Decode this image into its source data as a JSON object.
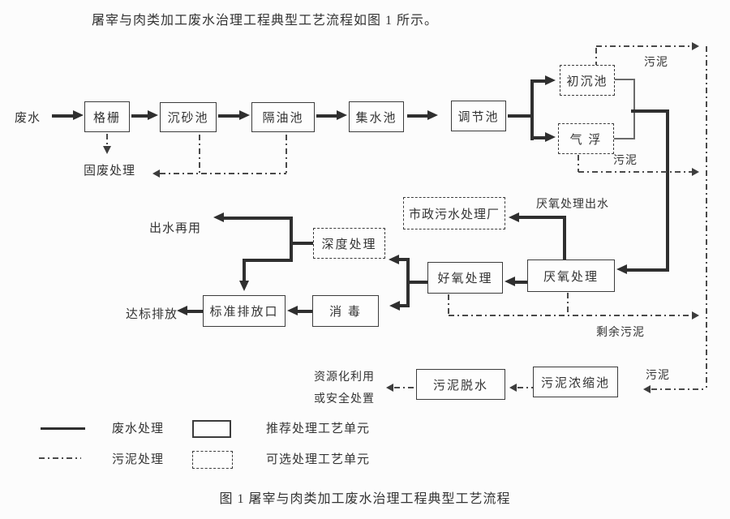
{
  "page": {
    "intro_text": "屠宰与肉类加工废水治理工程典型工艺流程如图 1 所示。",
    "caption": "图 1  屠宰与肉类加工废水治理工程典型工艺流程"
  },
  "nodes": {
    "screen": "格栅",
    "grit_chamber": "沉砂池",
    "oil_separator": "隔油池",
    "collecting_tank": "集水池",
    "regulating_tank": "调节池",
    "primary_sedimentation": "初沉池",
    "air_flotation": "气 浮",
    "municipal_plant": "市政污水处理厂",
    "anaerobic_treatment": "厌氧处理",
    "aerobic_treatment": "好氧处理",
    "advanced_treatment": "深度处理",
    "disinfection": "消 毒",
    "standard_outlet": "标准排放口",
    "sludge_thickener": "污泥浓缩池",
    "sludge_dewatering": "污泥脱水"
  },
  "labels": {
    "influent": "废水",
    "solid_waste": "固废处理",
    "sludge_top": "污泥",
    "sludge_mid": "污泥",
    "anaerobic_effluent": "厌氧处理出水",
    "effluent_reuse": "出水再用",
    "standard_discharge": "达标排放",
    "excess_sludge": "剩余污泥",
    "sludge_bottom": "污泥",
    "resource_line1": "资源化利用",
    "resource_line2": "或安全处置"
  },
  "legend": {
    "items": [
      {
        "symbol": "solid-line",
        "label": "废水处理"
      },
      {
        "symbol": "solid-box",
        "label": "推荐处理工艺单元"
      },
      {
        "symbol": "dashdot-line",
        "label": "污泥处理"
      },
      {
        "symbol": "dashed-box",
        "label": "可选处理工艺单元"
      }
    ]
  },
  "colors": {
    "ink": "#333333",
    "line": "#2f2f2f",
    "background": "#fcfcfc"
  }
}
